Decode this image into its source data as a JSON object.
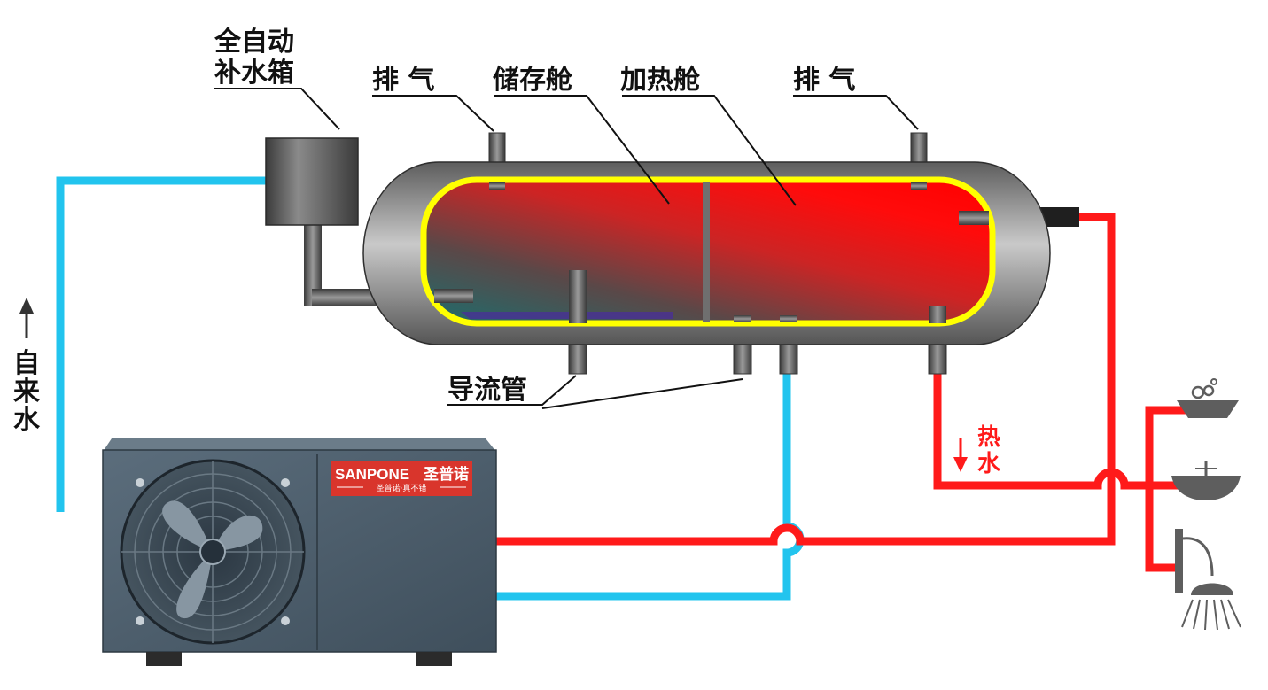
{
  "labels": {
    "tank_l1": "全自动",
    "tank_l2": "补水箱",
    "vent_left": "排 气",
    "storage": "储存舱",
    "heating": "加热舱",
    "vent_right": "排 气",
    "guide_pipe": "导流管",
    "tap_c1": "自",
    "tap_c2": "来",
    "tap_c3": "水",
    "hot_c1": "热",
    "hot_c2": "水"
  },
  "brand": {
    "logo": "SANPONE",
    "logo_cn": "圣普诺",
    "slogan": "圣普诺·真不错"
  },
  "colors": {
    "hot_pipe": "#ff1a1a",
    "cold_pipe": "#22c4ee",
    "tank_shell": "#7b7b7b",
    "inner_rim": "#ffff00",
    "unit_body": "#4d5f6e",
    "brand_badge": "#d9352c"
  },
  "icons": [
    "up-arrow-icon",
    "down-arrow-icon",
    "fan-icon",
    "basin-icon",
    "sink-icon",
    "shower-icon"
  ]
}
